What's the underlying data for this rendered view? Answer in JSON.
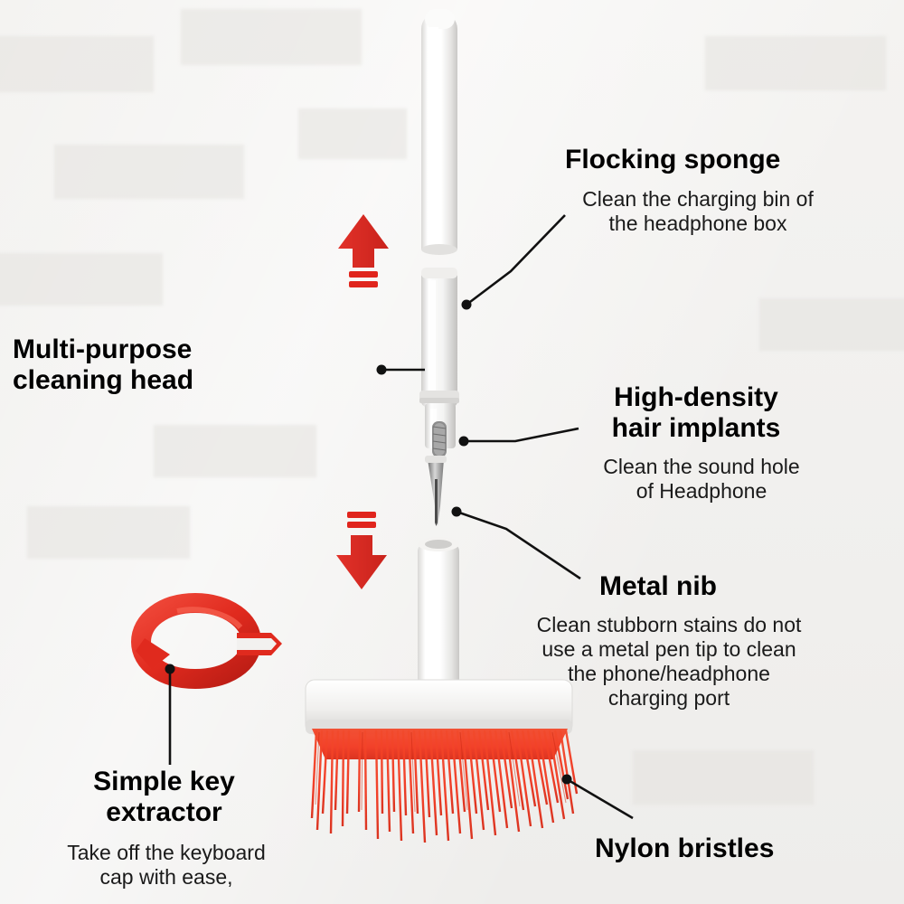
{
  "page": {
    "title": "Multi-function cleaning pen product diagram",
    "background_color": "#f2f1ef"
  },
  "colors": {
    "accent_red": "#e8261f",
    "bristle_red": "#f03b24",
    "body_white": "#ffffff",
    "body_grey": "#d9d9d9",
    "text_black": "#000000",
    "leader_line": "#111111"
  },
  "callouts": [
    {
      "id": "flocking-sponge",
      "title": "Flocking sponge",
      "desc": "Clean the charging bin of\nthe headphone box"
    },
    {
      "id": "multi-purpose-cleaning-head",
      "title": "Multi-purpose\ncleaning head",
      "desc": ""
    },
    {
      "id": "high-density-hair-implants",
      "title": "High-density\nhair implants",
      "desc": "Clean the sound hole\nof Headphone"
    },
    {
      "id": "metal-nib",
      "title": "Metal nib",
      "desc": "Clean stubborn stains do not\nuse a metal pen tip to clean\nthe phone/headphone\ncharging port"
    },
    {
      "id": "simple-key-extractor",
      "title": "Simple key\nextractor",
      "desc": "Take off the keyboard\ncap with ease,"
    },
    {
      "id": "nylon-bristles",
      "title": "Nylon bristles",
      "desc": ""
    }
  ],
  "icons": {
    "arrow_up": "arrow-up-icon",
    "arrow_down": "arrow-down-icon"
  }
}
